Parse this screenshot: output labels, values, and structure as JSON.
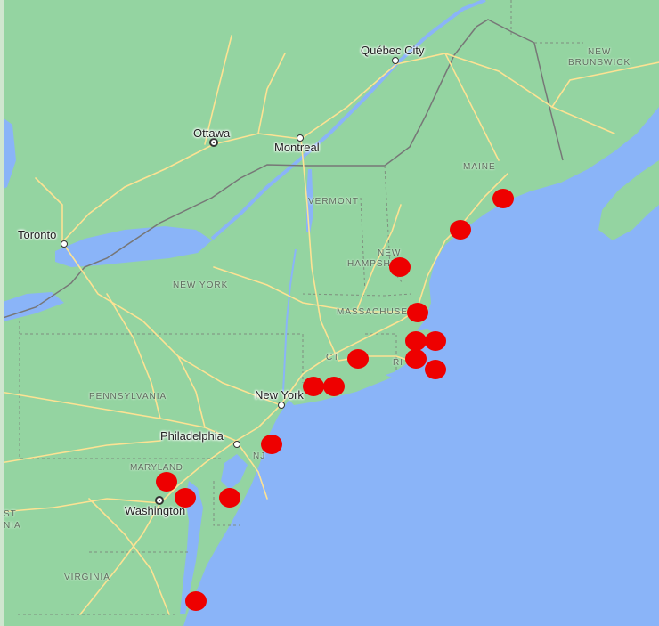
{
  "map": {
    "colors": {
      "land": "#94d4a1",
      "water": "#8ab4f8",
      "road": "#fde293",
      "border": "#777777",
      "marker": "#ee0000"
    },
    "labels": {
      "quebec_city": "Québec City",
      "new_brunswick_1": "NEW",
      "new_brunswick_2": "BRUNSWICK",
      "ottawa": "Ottawa",
      "montreal": "Montreal",
      "maine": "MAINE",
      "vermont": "VERMONT",
      "toronto": "Toronto",
      "new_hampshire_1": "NEW",
      "new_hampshire_2": "HAMPSHIRE",
      "new_york_state": "NEW YORK",
      "massachusetts": "MASSACHUSETTS",
      "ct": "CT",
      "ri": "RI",
      "pennsylvania": "PENNSYLVANIA",
      "new_york_city": "New York",
      "philadelphia": "Philadelphia",
      "nj": "NJ",
      "maryland": "MARYLAND",
      "washington": "Washington",
      "virginia": "VIRGINIA",
      "wv_partial_1": "ST",
      "wv_partial_2": "NIA"
    },
    "markers": [
      {
        "id": "maine-east"
      },
      {
        "id": "maine-portland"
      },
      {
        "id": "new-hampshire"
      },
      {
        "id": "massachusetts-boston"
      },
      {
        "id": "cape-cod-west"
      },
      {
        "id": "cape-cod-east"
      },
      {
        "id": "buzzards-bay"
      },
      {
        "id": "nantucket"
      },
      {
        "id": "connecticut"
      },
      {
        "id": "long-island-west"
      },
      {
        "id": "long-island-east"
      },
      {
        "id": "new-jersey"
      },
      {
        "id": "maryland-baltimore"
      },
      {
        "id": "maryland-annapolis"
      },
      {
        "id": "delaware"
      },
      {
        "id": "virginia-coast"
      }
    ]
  }
}
